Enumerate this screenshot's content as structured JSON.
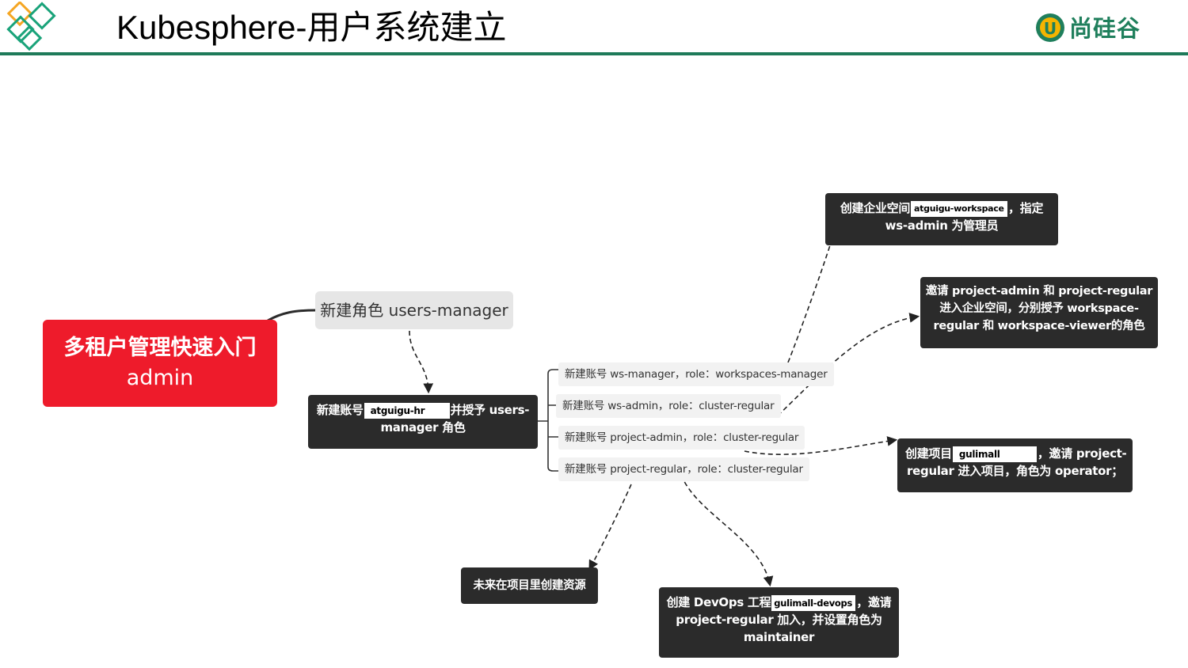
{
  "header": {
    "title": "Kubesphere-用户系统建立",
    "brand_text": "尚硅谷",
    "brand_letter": "U",
    "accent_color": "#1e7a59",
    "logo_color": "#1aa37a"
  },
  "root": {
    "line1": "多租户管理快速入门",
    "line2": "admin",
    "color": "#ee1b2b"
  },
  "role_node": {
    "label": "新建角色 users-manager"
  },
  "account_node": {
    "pre": "新建账号",
    "chip": "atguigu-hr",
    "post": "并授予 users-",
    "line2": "manager 角色"
  },
  "items": [
    {
      "label": "新建账号 ws-manager，role：workspaces-manager"
    },
    {
      "label": "新建账号 ws-admin，role：cluster-regular"
    },
    {
      "label": "新建账号 project-admin，role：cluster-regular"
    },
    {
      "label": "新建账号 project-regular，role：cluster-regular"
    }
  ],
  "workspace_node": {
    "pre": "创建企业空间",
    "chip": "atguigu-workspace",
    "post": "，指定",
    "line2": "ws-admin 为管理员"
  },
  "invite_node": {
    "line1": "邀请 project-admin 和 project-regular",
    "line2": "进入企业空间，分别授予 workspace-",
    "line3": "regular 和 workspace-viewer的角色"
  },
  "project_node": {
    "pre": "创建项目",
    "chip": "gulimall",
    "post": "，邀请 project-",
    "line2": "regular 进入项目，角色为 operator；"
  },
  "future_node": {
    "label": "未来在项目里创建资源"
  },
  "devops_node": {
    "pre": "创建 DevOps 工程",
    "chip": "gulimall-devops",
    "post": "，邀请",
    "line2": "project-regular 加入，并设置角色为",
    "line3": "maintainer"
  }
}
